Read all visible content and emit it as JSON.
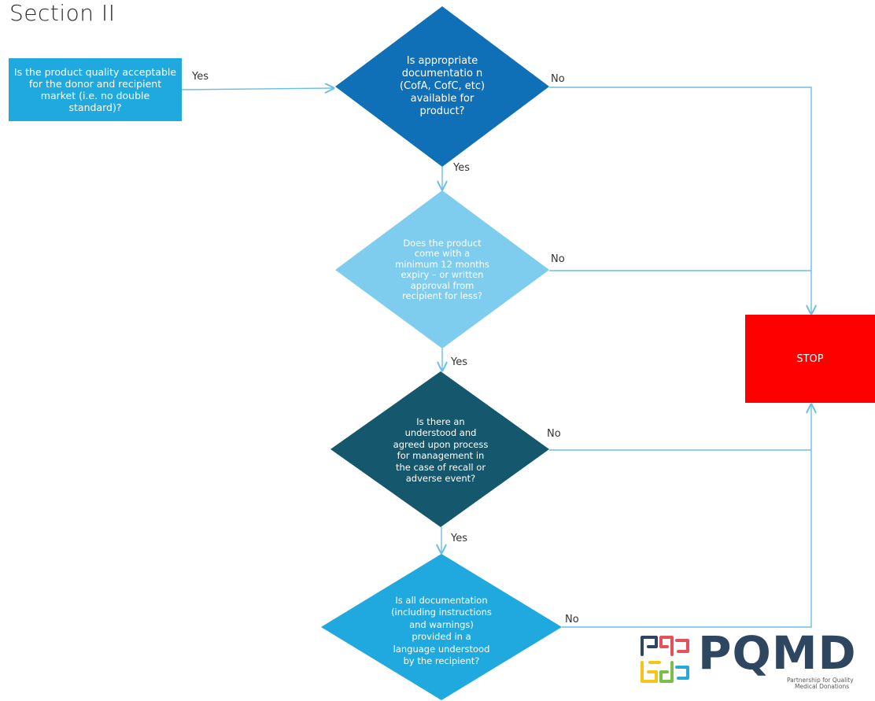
{
  "title": "Section II",
  "start": {
    "text": "Is the product quality acceptable for the donor and recipient market (i.e. no double standard)?"
  },
  "decisions": [
    {
      "text": "Is appropriate documentatio n (CofA, CofC, etc) available for product?",
      "color": "#0f70b7"
    },
    {
      "text": "Does the product come with a minimum 12 months expiry – or written approval from recipient for less?",
      "color": "#7fcdee"
    },
    {
      "text": "Is there an understood and agreed upon process for management in the case of recall or adverse event?",
      "color": "#15576d"
    },
    {
      "text": "Is all documentation (including instructions and warnings) provided in a language understood by the recipient?",
      "color": "#1fa9de"
    }
  ],
  "stop": {
    "text": "STOP",
    "color": "#fe0000"
  },
  "edge_labels": {
    "start_yes": "Yes",
    "yes1": "Yes",
    "yes2": "Yes",
    "yes3": "Yes",
    "no1": "No",
    "no2": "No",
    "no3": "No",
    "no4": "No"
  },
  "logo": {
    "name": "PQMD",
    "tagline_line1": "Partnership for Quality",
    "tagline_line2": "Medical Donations",
    "colors": [
      "#2e4660",
      "#f4c517",
      "#7bbf4a",
      "#2aa8d8",
      "#e7505a"
    ]
  },
  "line_color": "#6cbfe6"
}
